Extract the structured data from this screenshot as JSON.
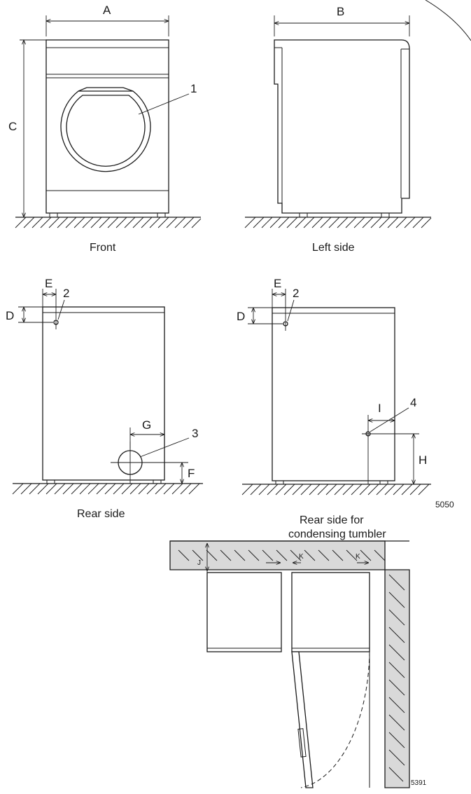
{
  "labels": {
    "A": "A",
    "B": "B",
    "C": "C",
    "D": "D",
    "E": "E",
    "F": "F",
    "G": "G",
    "H": "H",
    "I": "I",
    "J": "J",
    "K": "K"
  },
  "callouts": {
    "n1": "1",
    "n2": "2",
    "n3": "3",
    "n4": "4"
  },
  "captions": {
    "front": "Front",
    "left_side": "Left side",
    "rear_side": "Rear side",
    "rear_condensing_line1": "Rear side for",
    "rear_condensing_line2": "condensing tumbler"
  },
  "codes": {
    "top": "5050",
    "bottom": "5391"
  },
  "colors": {
    "line": "#1a1a1a",
    "wall_fill": "#d9d9d9",
    "background": "#ffffff"
  }
}
